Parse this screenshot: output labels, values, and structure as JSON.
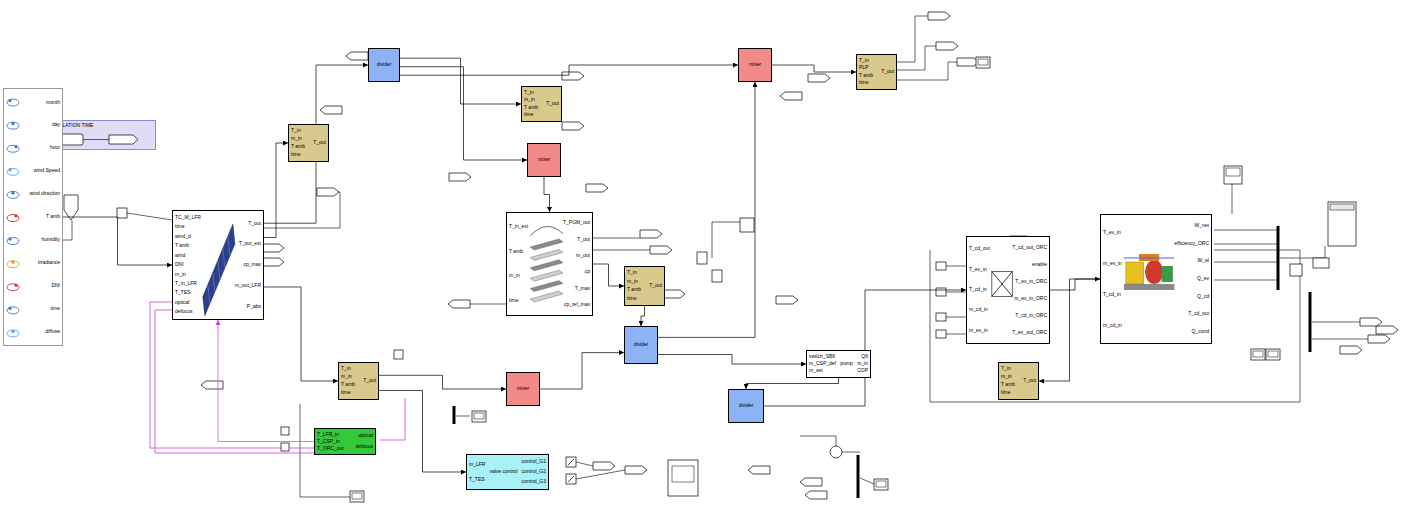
{
  "diagram": {
    "nodes": [
      {
        "text": [
          "SIMULATION TIME"
        ]
      },
      {
        "text": [
          "month",
          "day",
          "hour",
          "wind Speed",
          "wind direction",
          "T amb",
          "humidity",
          "irradiance",
          "DNI",
          "time",
          "diffuse"
        ]
      },
      {
        "text": [
          "TC_M_LFR",
          "time",
          "wind_d",
          "T amb",
          "wind",
          "DNI",
          "m_in",
          "T_in_LFR",
          "T_TES",
          "optical",
          "defocus",
          "T_out",
          "T_out_ext",
          "cp_max",
          "m_out_LFR",
          "P_abs"
        ]
      },
      {
        "text": [
          "divider"
        ]
      },
      {
        "text": [
          "T_in",
          "m_in",
          "T amb",
          "time",
          "T_out"
        ]
      },
      {
        "text": [
          "T_in",
          "m_in",
          "T amb",
          "time",
          "T_out"
        ]
      },
      {
        "text": [
          "mixer"
        ]
      },
      {
        "text": [
          "mixer"
        ]
      },
      {
        "text": [
          "T_in",
          "PLP",
          "T amb",
          "time",
          "T_out"
        ]
      },
      {
        "text": [
          "T_in_ext",
          "T amb",
          "m_in",
          "time",
          "T_PGM_out",
          "T_out",
          "m_out",
          "cp",
          "T_max",
          "cp_ref_max"
        ]
      },
      {
        "text": [
          "T_in",
          "m_in",
          "T amb",
          "time",
          "T_out"
        ]
      },
      {
        "text": [
          "divider"
        ]
      },
      {
        "text": [
          "mixer"
        ]
      },
      {
        "text": [
          "T_in",
          "m_in",
          "T amb",
          "time",
          "T_out"
        ]
      },
      {
        "text": [
          "T_LFR_in",
          "T_CSP_in",
          "T_ORC_out",
          "optical",
          "defocus"
        ]
      },
      {
        "text": [
          "m_LFR",
          "T_TES",
          "valve control",
          "control_G1",
          "control_G2",
          "control_G3"
        ]
      },
      {
        "text": [
          "switch_SB6",
          "m_CSP_def",
          "m_set",
          "pump",
          "Q6",
          "m_in",
          "COP"
        ]
      },
      {
        "text": [
          "divider"
        ]
      },
      {
        "text": [
          "T_cd_out",
          "T_ev_in",
          "T_cd_in",
          "m_cd_in",
          "m_ev_in",
          "T_cd_out_ORC",
          "enable",
          "T_ev_in_ORC",
          "m_ev_in_ORC",
          "T_cd_in_ORC",
          "T_ev_out_ORC"
        ]
      },
      {
        "text": [
          "T_ev_in",
          "m_ev_in",
          "T_cd_in",
          "m_cd_in",
          "W_net",
          "efficiency_ORC",
          "W_el",
          "Q_ev",
          "Q_cd",
          "T_cd_out",
          "Q_cond"
        ]
      },
      {
        "text": [
          "T_in",
          "m_in",
          "T amb",
          "time",
          "T_out"
        ]
      }
    ],
    "edges": [
      {
        "from": 1,
        "to": 2,
        "arrow": "to"
      },
      {
        "from": 2,
        "to": 3,
        "arrow": "to"
      },
      {
        "from": 2,
        "to": 4,
        "arrow": "to"
      },
      {
        "from": 3,
        "to": 5,
        "arrow": "to"
      },
      {
        "from": 3,
        "to": 6,
        "arrow": "to"
      },
      {
        "from": 3,
        "to": 7,
        "arrow": "to"
      },
      {
        "from": 6,
        "to": 9,
        "arrow": "to"
      },
      {
        "from": 9,
        "to": 10,
        "arrow": "to"
      },
      {
        "from": 10,
        "to": 11,
        "arrow": "to"
      },
      {
        "from": 11,
        "to": 7,
        "arrow": "to"
      },
      {
        "from": 7,
        "to": 8,
        "arrow": "to"
      },
      {
        "from": 13,
        "to": 12,
        "arrow": "to"
      },
      {
        "from": 12,
        "to": 11,
        "arrow": "to"
      },
      {
        "from": 11,
        "to": 16,
        "arrow": "to"
      },
      {
        "from": 16,
        "to": 17,
        "arrow": "to"
      },
      {
        "from": 17,
        "to": 18,
        "arrow": "to"
      },
      {
        "from": 18,
        "to": 19,
        "arrow": "to"
      },
      {
        "from": 19,
        "to": 20,
        "arrow": "to"
      },
      {
        "from": 2,
        "to": 13,
        "arrow": "to"
      },
      {
        "from": 14,
        "to": 2,
        "arrow": "to"
      },
      {
        "from": 13,
        "to": 15,
        "arrow": "to"
      }
    ]
  }
}
